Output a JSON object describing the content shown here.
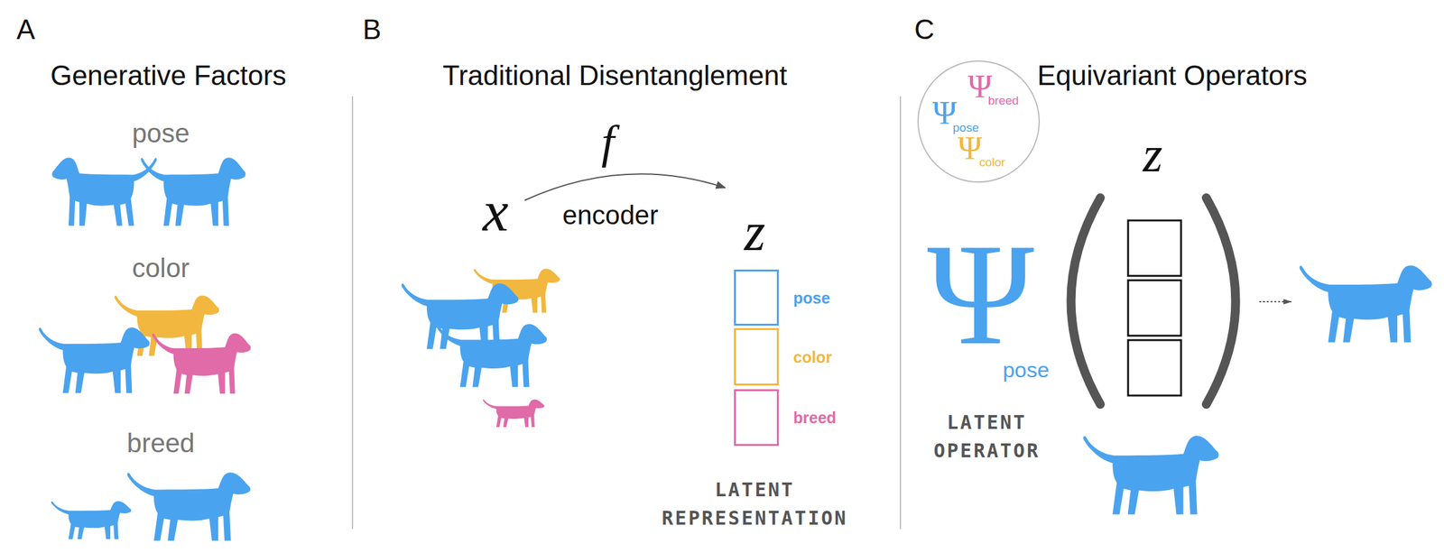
{
  "diagram": {
    "nodes": [
      {
        "text": [
          "pose"
        ]
      },
      {
        "text": [
          "color"
        ]
      },
      {
        "text": [
          "breed"
        ]
      },
      {
        "text": [
          "Ψ",
          "breed",
          "Ψ",
          "pose",
          "Ψ",
          "color"
        ]
      }
    ],
    "labels": [
      "A",
      "Generative Factors",
      "pose",
      "color",
      "breed",
      "B",
      "Traditional Disentanglement",
      "f",
      "x",
      "encoder",
      "z",
      "LATENT REPRESENTATION",
      "C",
      "Equivariant Operators",
      "z",
      "Ψ",
      "pose",
      "LATENT OPERATOR"
    ]
  }
}
